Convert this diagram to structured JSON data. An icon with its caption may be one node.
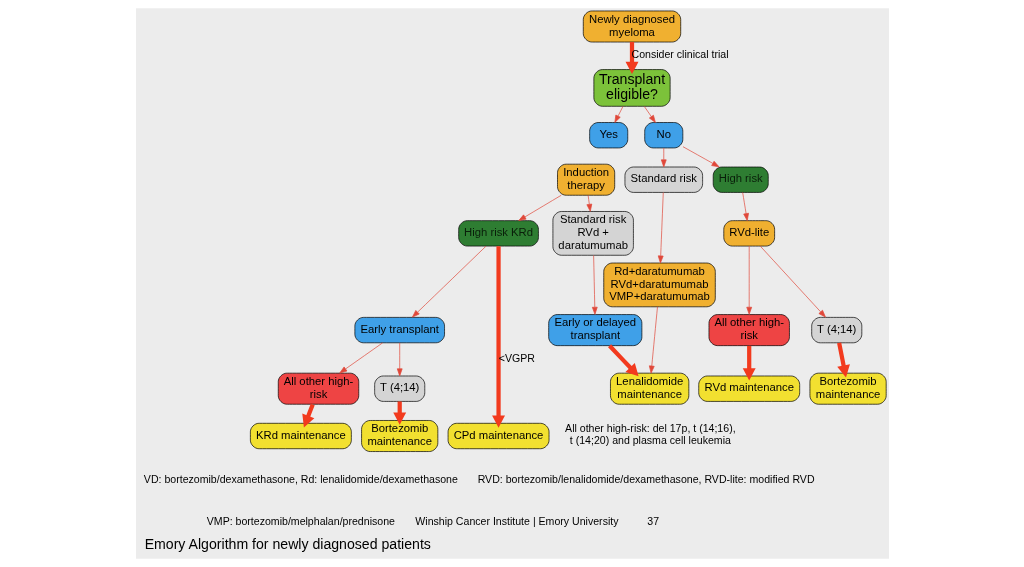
{
  "diagram": {
    "caption": "Emory Algorithm for newly diagnosed patients",
    "nodes": [
      {
        "text": [
          "Newly diagnosed myeloma"
        ]
      },
      {
        "text": [
          "Transplant eligible?"
        ]
      },
      {
        "text": [
          "Yes"
        ]
      },
      {
        "text": [
          "No"
        ]
      },
      {
        "text": [
          "Induction therapy"
        ]
      },
      {
        "text": [
          "High risk KRd"
        ]
      },
      {
        "text": [
          "Standard risk RVd + daratumumab"
        ]
      },
      {
        "text": [
          "Early transplant"
        ]
      },
      {
        "text": [
          "Early or delayed transplant"
        ]
      },
      {
        "text": [
          "All other high-risk"
        ]
      },
      {
        "text": [
          "T (4;14)"
        ]
      },
      {
        "text": [
          "CPd maintenance"
        ]
      },
      {
        "text": [
          "KRd maintenance"
        ]
      },
      {
        "text": [
          "Bortezomib maintenance"
        ]
      },
      {
        "text": [
          "Lenalidomide maintenance"
        ]
      },
      {
        "text": [
          "Standard risk"
        ]
      },
      {
        "text": [
          "High risk"
        ]
      },
      {
        "text": [
          "Rd+daratumumab RVd+daratumumab VMP+daratumumab"
        ]
      },
      {
        "text": [
          "RVd-lite"
        ]
      },
      {
        "text": [
          "All other high-risk"
        ]
      },
      {
        "text": [
          "T (4;14)"
        ]
      },
      {
        "text": [
          "RVd maintenance"
        ]
      },
      {
        "text": [
          "Bortezomib maintenance"
        ]
      }
    ],
    "edges": [
      {
        "from": 0,
        "to": 1,
        "arrow": "to",
        "label": "Consider clinical trial",
        "style": "thick"
      },
      {
        "from": 1,
        "to": 2,
        "arrow": "to"
      },
      {
        "from": 1,
        "to": 3,
        "arrow": "to"
      },
      {
        "from": 4,
        "to": 5,
        "arrow": "to"
      },
      {
        "from": 4,
        "to": 6,
        "arrow": "to"
      },
      {
        "from": 5,
        "to": 11,
        "arrow": "to",
        "label": "<VGPR",
        "style": "thick"
      },
      {
        "from": 5,
        "to": 7,
        "arrow": "to"
      },
      {
        "from": 6,
        "to": 8,
        "arrow": "to"
      },
      {
        "from": 7,
        "to": 9,
        "arrow": "to"
      },
      {
        "from": 7,
        "to": 10,
        "arrow": "to"
      },
      {
        "from": 8,
        "to": 14,
        "arrow": "to",
        "style": "thick"
      },
      {
        "from": 9,
        "to": 12,
        "arrow": "to",
        "style": "thick"
      },
      {
        "from": 10,
        "to": 13,
        "arrow": "to",
        "style": "thick"
      },
      {
        "from": 3,
        "to": 15,
        "arrow": "to"
      },
      {
        "from": 3,
        "to": 16,
        "arrow": "to"
      },
      {
        "from": 15,
        "to": 17,
        "arrow": "to"
      },
      {
        "from": 16,
        "to": 18,
        "arrow": "to"
      },
      {
        "from": 17,
        "to": 14,
        "arrow": "to"
      },
      {
        "from": 18,
        "to": 19,
        "arrow": "to"
      },
      {
        "from": 18,
        "to": 20,
        "arrow": "to"
      },
      {
        "from": 19,
        "to": 21,
        "arrow": "to",
        "style": "thick"
      },
      {
        "from": 20,
        "to": 22,
        "arrow": "to",
        "style": "thick"
      }
    ],
    "labels": [
      "All other high-risk: del 17p, t (14;16), t (14;20) and plasma cell leukemia",
      "VD: bortezomib/dexamethasone, Rd: lenalidomide/dexamethasone",
      "RVD: bortezomib/lenalidomide/dexamethasone, RVD-lite: modified RVD",
      "VMP: bortezomib/melphalan/prednisone",
      "Winship Cancer Institute | Emory University",
      "37"
    ]
  }
}
